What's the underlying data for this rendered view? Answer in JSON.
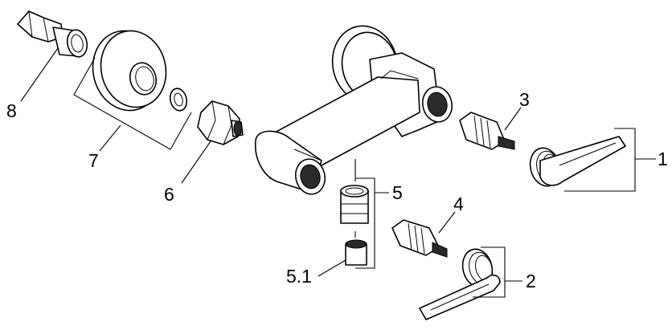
{
  "figure": {
    "part_labels": {
      "p1": "1",
      "p2": "2",
      "p3": "3",
      "p4": "4",
      "p5": "5",
      "p5_1": "5.1",
      "p6": "6",
      "p7": "7",
      "p8": "8"
    },
    "colors": {
      "line": "#000000",
      "background": "#ffffff",
      "shade": "#2a2a2a"
    }
  }
}
